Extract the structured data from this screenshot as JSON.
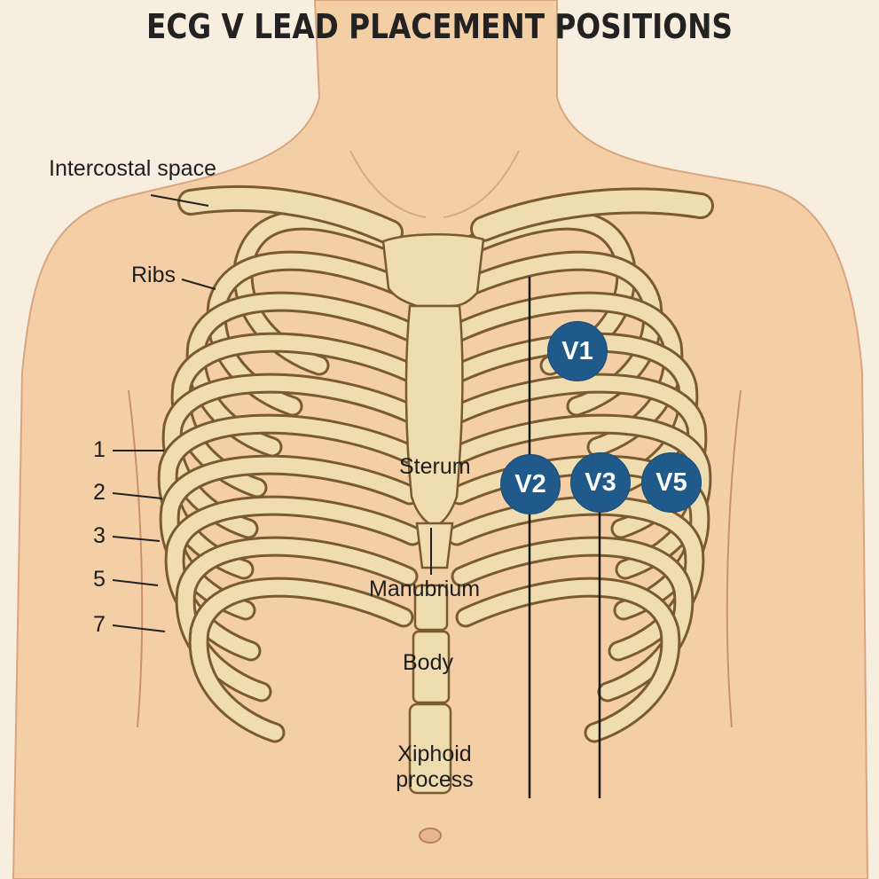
{
  "title": "ECG V LEAD PLACEMENT POSITIONS",
  "labels": {
    "intercostal_space": "Intercostal space",
    "ribs": "Ribs",
    "sternum": "Sterum",
    "manubrium": "Manubrium",
    "body": "Body",
    "xiphoid_process": "Xiphoid process"
  },
  "rib_numbers": [
    "1",
    "2",
    "3",
    "5",
    "7"
  ],
  "electrodes": [
    "V1",
    "V2",
    "V3",
    "V5"
  ],
  "colors": {
    "electrode": "#1f5a8a",
    "skin": "#f4cfa6",
    "bone": "#efdcb0",
    "outline": "#7a5a30",
    "background": "#f8eedf"
  }
}
